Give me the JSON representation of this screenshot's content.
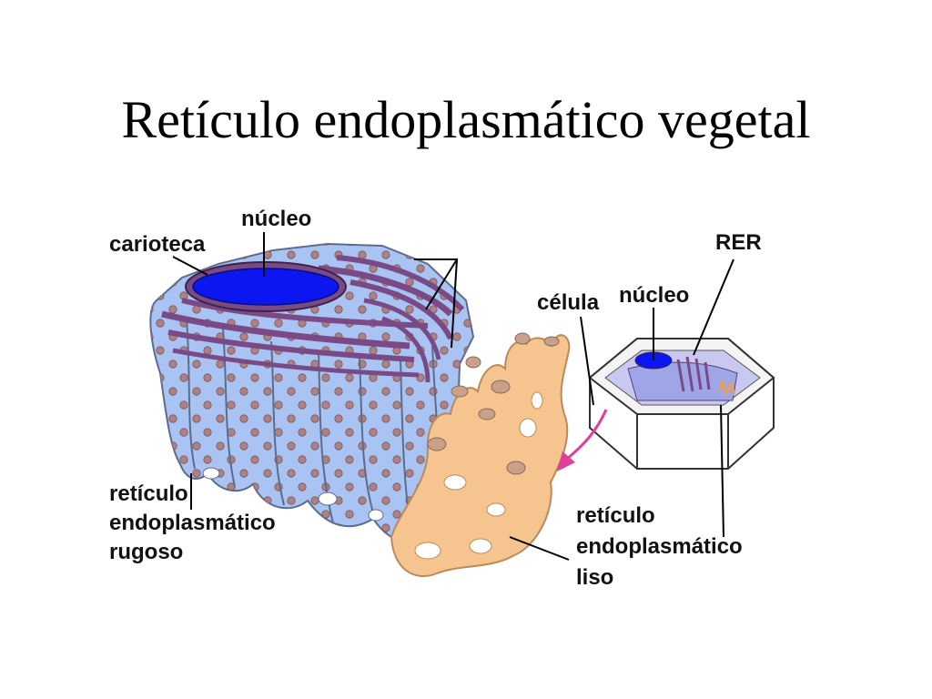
{
  "slide": {
    "title": "Retículo endoplasmático vegetal"
  },
  "labels": {
    "carioteca": "carioteca",
    "nucleo_left": "núcleo",
    "celula": "célula",
    "nucleo_right": "núcleo",
    "rer": "RER",
    "rer_line1": "retículo",
    "rer_line2": "endoplasmático",
    "rer_line3": "rugoso",
    "rel_line1": "retículo",
    "rel_line2": "endoplasmático",
    "rel_line3": "liso"
  },
  "colors": {
    "rough_er": "#a9c4f2",
    "rough_er_edge": "#5d6c8c",
    "ribosome": "#b07a78",
    "smooth_er": "#f6c48f",
    "smooth_er_edge": "#b98a5a",
    "cisterna": "#7a4a86",
    "nucleus": "#0b16f0",
    "arrow": "#e0409a"
  }
}
